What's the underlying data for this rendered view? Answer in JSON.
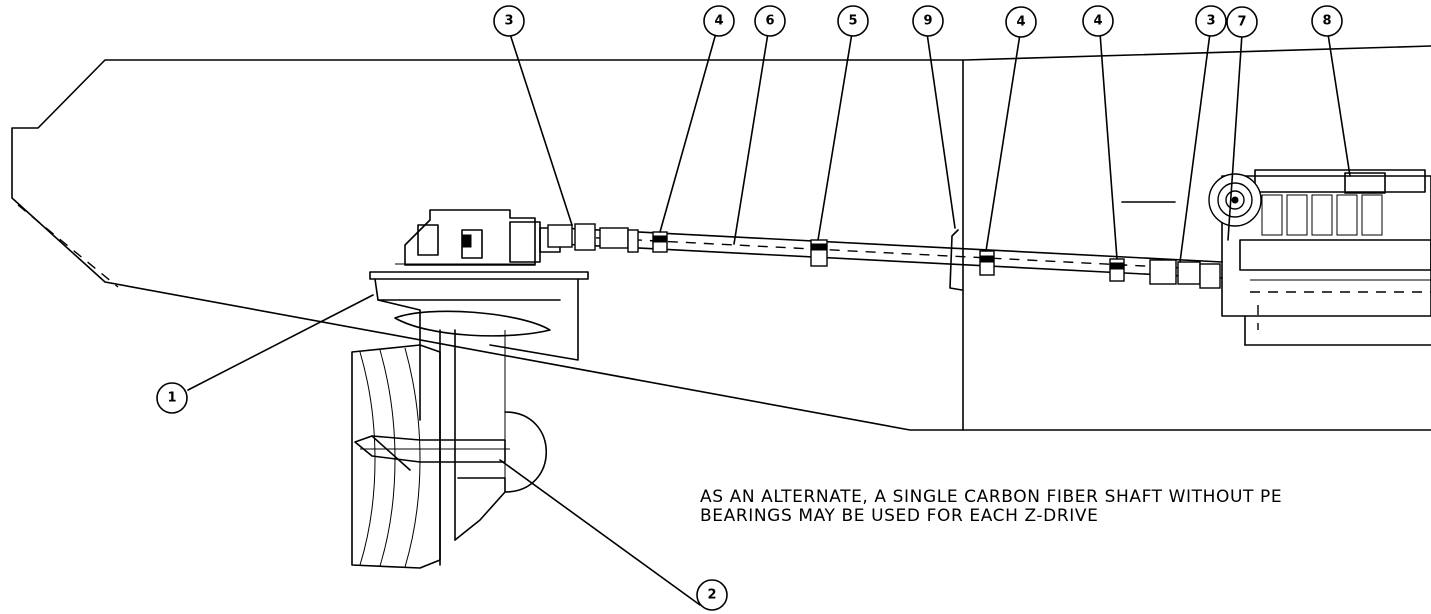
{
  "callouts": [
    {
      "label": "1"
    },
    {
      "label": "2"
    },
    {
      "label": "3"
    },
    {
      "label": "4"
    },
    {
      "label": "6"
    },
    {
      "label": "5"
    },
    {
      "label": "9"
    },
    {
      "label": "4"
    },
    {
      "label": "4"
    },
    {
      "label": "3"
    },
    {
      "label": "7"
    },
    {
      "label": "8"
    }
  ],
  "note": {
    "line1": "AS AN ALTERNATE, A SINGLE CARBON FIBER SHAFT WITHOUT PE",
    "line2": "BEARINGS MAY BE USED FOR EACH Z-DRIVE"
  }
}
